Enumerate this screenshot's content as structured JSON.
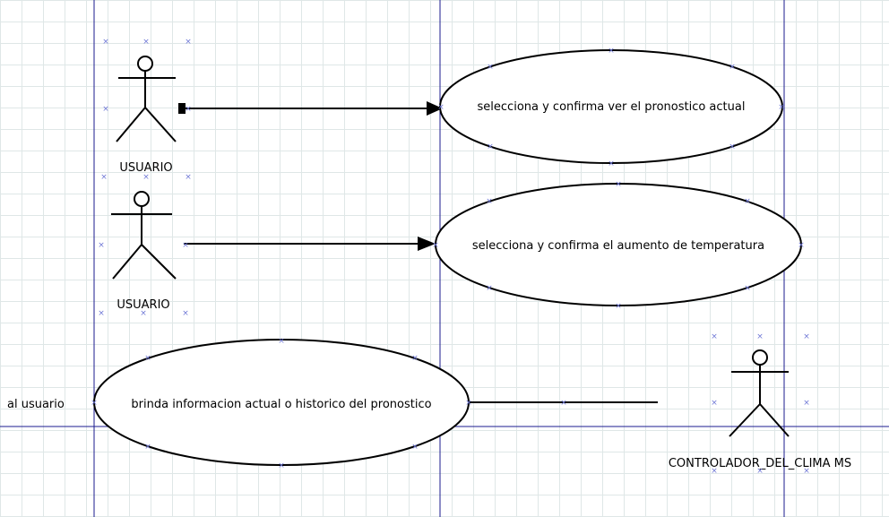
{
  "diagram": {
    "use_cases": [
      "selecciona y confirma ver el pronostico actual",
      "selecciona y confirma el aumento de temperatura",
      "brinda informacion actual o historico del pronostico"
    ],
    "actors": [
      "USUARIO",
      "USUARIO",
      "CONTROLADOR_DEL_CLIMA MS"
    ],
    "side_label": "al usuario"
  },
  "colors": {
    "guide_lines": "#1b1b8f",
    "grid": "#dfe7e7",
    "handle_marks": "#6f78d6",
    "stroke": "#000000"
  }
}
